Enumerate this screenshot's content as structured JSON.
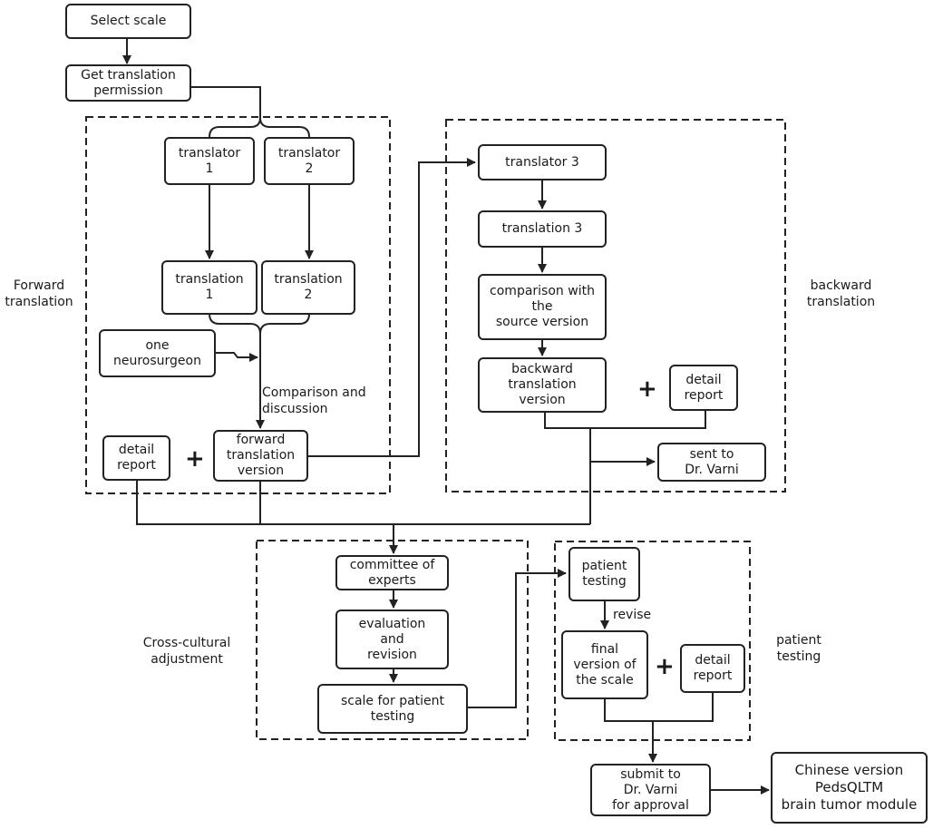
{
  "nodes": {
    "select_scale": "Select scale",
    "get_permission": "Get translation\npermission",
    "translator1": "translator\n1",
    "translator2": "translator\n2",
    "translation1": "translation\n1",
    "translation2": "translation\n2",
    "neurosurgeon": "one\nneurosurgeon",
    "detail_report_fwd": "detail\nreport",
    "forward_version": "forward\ntranslation\nversion",
    "translator3": "translator 3",
    "translation3": "translation 3",
    "comparison_source": "comparison with\nthe\nsource version",
    "backward_version": "backward\ntranslation\nversion",
    "detail_report_bwd": "detail\nreport",
    "sent_varni": "sent to\nDr. Varni",
    "committee": "committee of\nexperts",
    "evaluation": "evaluation\nand\nrevision",
    "scale_patient": "scale for patient\ntesting",
    "patient_testing": "patient\ntesting",
    "final_version": "final\nversion of\nthe scale",
    "detail_report_pt": "detail\nreport",
    "submit": "submit  to\nDr. Varni\nfor approval",
    "chinese_version": "Chinese version\nPedsQLTM\nbrain tumor module"
  },
  "labels": {
    "forward_translation": "Forward\ntranslation",
    "backward_translation": "backward\ntranslation",
    "comparison_discussion": "Comparison and\ndiscussion",
    "cross_cultural": "Cross-cultural\nadjustment",
    "patient_testing_section": "patient\ntesting",
    "revise": "revise",
    "plus": "+"
  }
}
